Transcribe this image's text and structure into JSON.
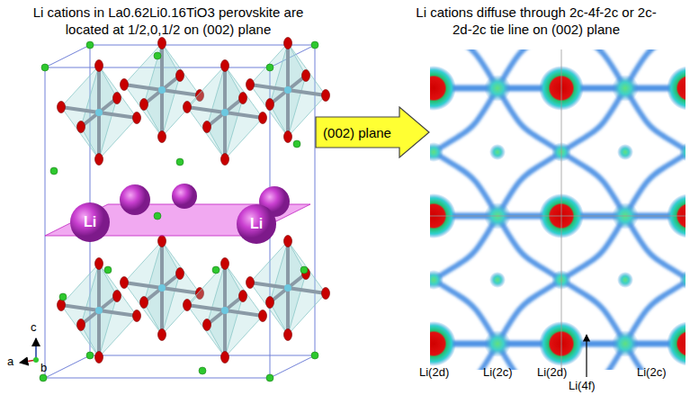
{
  "diagram": {
    "nodes": [
      {
        "text": [
          "(002) plane"
        ]
      }
    ],
    "labels": [
      "Li cations in La0.62Li0.16TiO3 perovskite are located at 1/2,0,1/2 on (002) plane",
      "Li cations diffuse through 2c-4f-2c or 2c-2d-2c tie line on (002) plane",
      "Li",
      "Li",
      "c",
      "a",
      "b",
      "Li(2d)",
      "Li(2c)",
      "Li(2d)",
      "Li(2c)",
      "Li(4f)"
    ]
  }
}
